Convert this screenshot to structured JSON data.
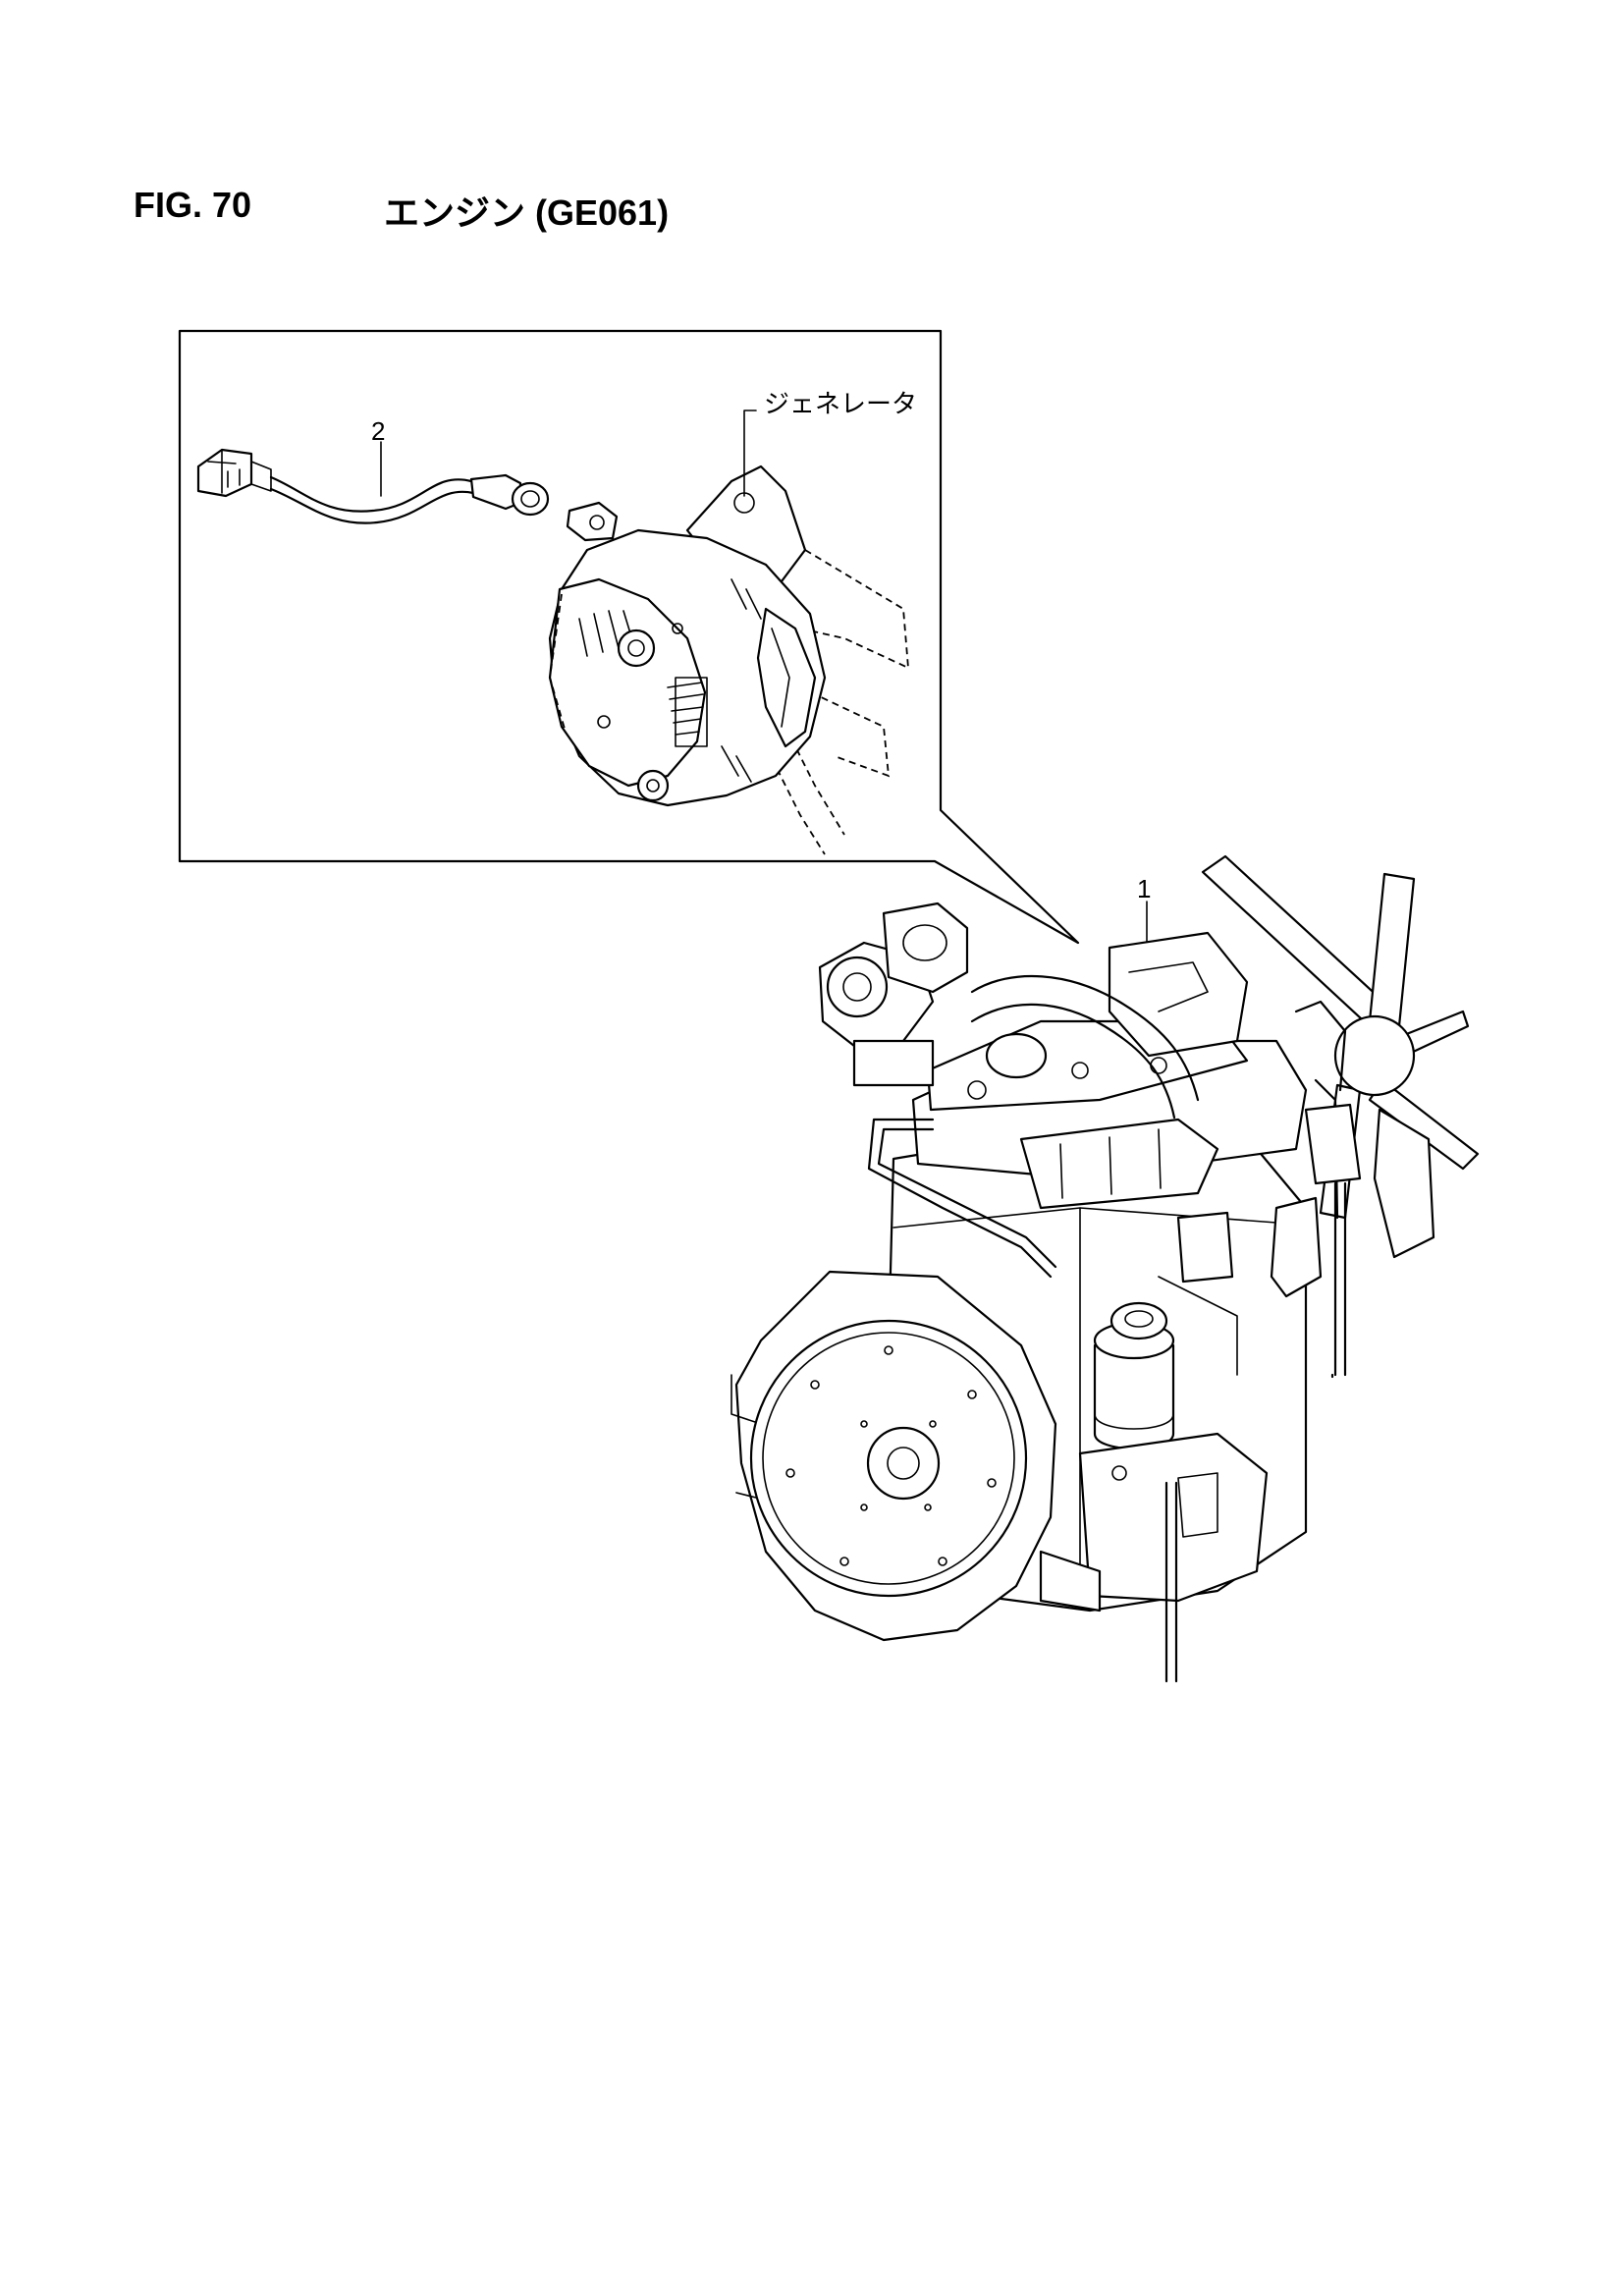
{
  "figure": {
    "number": "FIG. 70",
    "title": "エンジン (GE061)"
  },
  "callouts": {
    "item_1": "1",
    "item_2": "2",
    "generator": "ジェネレータ"
  }
}
